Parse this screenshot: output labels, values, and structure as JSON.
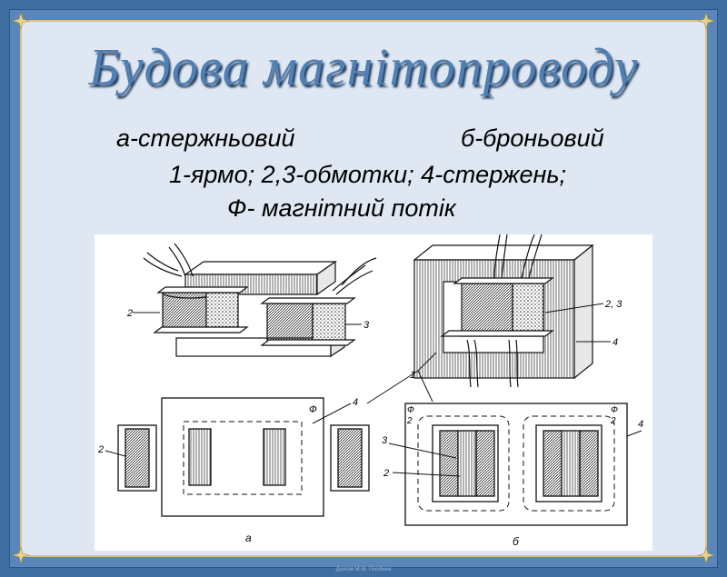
{
  "title": "Будова магнітопроводу",
  "captions": {
    "left_type": "а-стержньовий",
    "right_type": "б-броньовий",
    "parts": "1-ярмо; 2,3-обмотки; 4-стержень;",
    "flux": "Ф- магнітний потік"
  },
  "figure": {
    "label_a": "а",
    "label_b": "б",
    "labels": {
      "one": "1",
      "two": "2",
      "three": "3",
      "four": "4",
      "twothree": "2, 3",
      "phi": "Ф"
    }
  },
  "footer": "Долгов М.М. Посібник",
  "colors": {
    "frame": "#3f6ea3",
    "title": "#4f7fb3",
    "background": "#dfe7f2"
  }
}
